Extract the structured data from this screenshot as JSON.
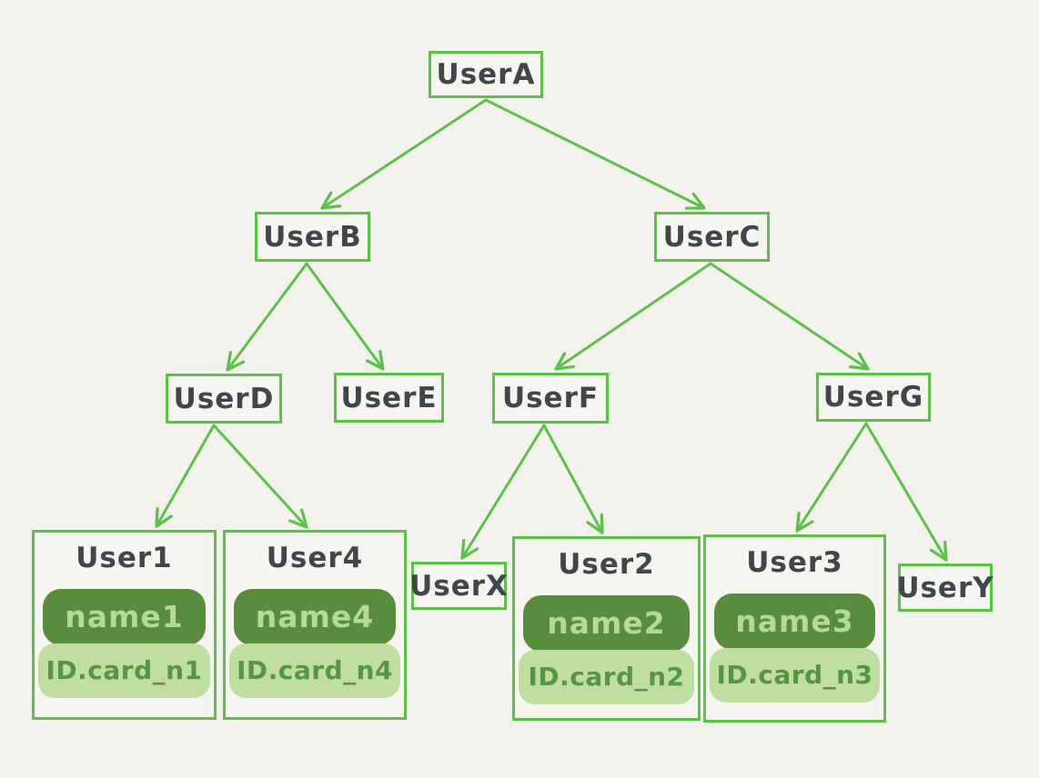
{
  "diagram": {
    "type": "tree",
    "background": "#f4f2ec",
    "colors": {
      "accent_green": "#5cc149",
      "node_text": "#3f474c",
      "name_pill_bg": "#598c3c",
      "name_pill_text": "#b5da90",
      "id_pill_bg": "#c0dda2",
      "id_pill_text": "#579540"
    },
    "nodes": {
      "userA": {
        "label": "UserA"
      },
      "userB": {
        "label": "UserB"
      },
      "userC": {
        "label": "UserC"
      },
      "userD": {
        "label": "UserD"
      },
      "userE": {
        "label": "UserE"
      },
      "userF": {
        "label": "UserF"
      },
      "userG": {
        "label": "UserG"
      },
      "userX": {
        "label": "UserX"
      },
      "userY": {
        "label": "UserY"
      }
    },
    "cards": {
      "user1": {
        "title": "User1",
        "name": "name1",
        "id_card": "ID.card_n1"
      },
      "user4": {
        "title": "User4",
        "name": "name4",
        "id_card": "ID.card_n4"
      },
      "user2": {
        "title": "User2",
        "name": "name2",
        "id_card": "ID.card_n2"
      },
      "user3": {
        "title": "User3",
        "name": "name3",
        "id_card": "ID.card_n3"
      }
    },
    "edges": [
      {
        "from": "UserA",
        "to": "UserB"
      },
      {
        "from": "UserA",
        "to": "UserC"
      },
      {
        "from": "UserB",
        "to": "UserD"
      },
      {
        "from": "UserB",
        "to": "UserE"
      },
      {
        "from": "UserC",
        "to": "UserF"
      },
      {
        "from": "UserC",
        "to": "UserG"
      },
      {
        "from": "UserD",
        "to": "User1"
      },
      {
        "from": "UserD",
        "to": "User4"
      },
      {
        "from": "UserF",
        "to": "UserX"
      },
      {
        "from": "UserF",
        "to": "User2"
      },
      {
        "from": "UserG",
        "to": "User3"
      },
      {
        "from": "UserG",
        "to": "UserY"
      }
    ]
  }
}
